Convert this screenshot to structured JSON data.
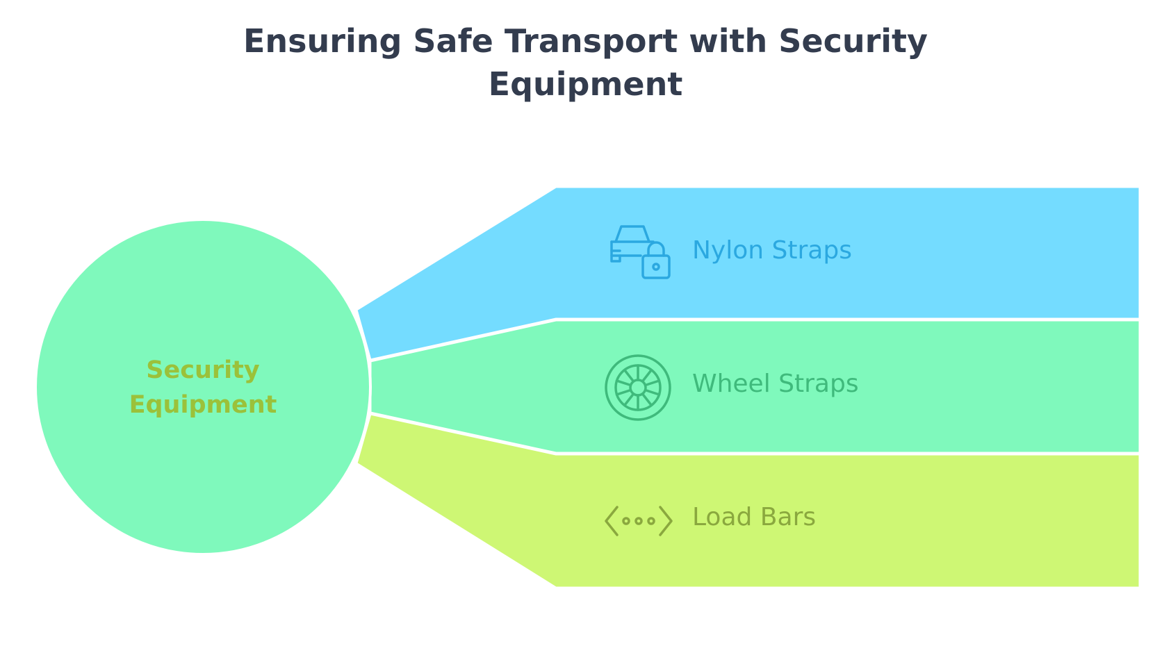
{
  "title": {
    "line1": "Ensuring Safe Transport with Security",
    "line2": "Equipment"
  },
  "center": {
    "line1": "Security",
    "line2": "Equipment",
    "fill_color": "#7ff9bc",
    "text_color": "#9bc13a"
  },
  "branches": [
    {
      "label": "Nylon Straps",
      "icon": "car-lock-icon",
      "fill_color": "#74dcff",
      "text_color": "#2ba8e0"
    },
    {
      "label": "Wheel Straps",
      "icon": "wheel-icon",
      "fill_color": "#7ff9bc",
      "text_color": "#3fba7c"
    },
    {
      "label": "Load Bars",
      "icon": "code-dots-icon",
      "fill_color": "#cef774",
      "text_color": "#8aa83e"
    }
  ]
}
